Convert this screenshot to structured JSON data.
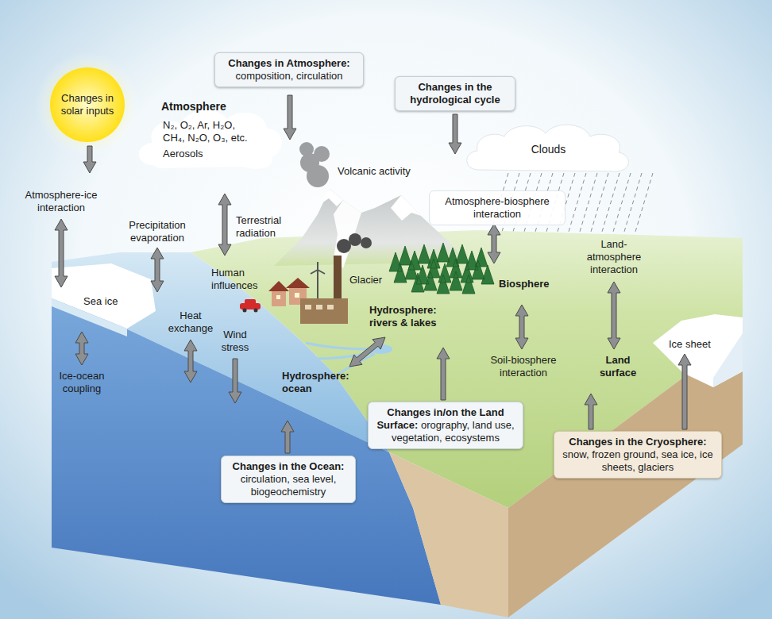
{
  "diagram": {
    "nodes": [
      {
        "text": [
          "Changes in solar inputs"
        ]
      },
      {
        "text": [
          "Changes in Atmosphere:",
          "composition, circulation"
        ]
      },
      {
        "text": [
          "Changes in the hydrological cycle"
        ]
      },
      {
        "text": [
          "Clouds"
        ]
      },
      {
        "text": [
          "Atmosphere-biosphere interaction"
        ]
      },
      {
        "text": [
          "Changes in the Ocean:",
          "circulation, sea level, biogeochemistry"
        ]
      },
      {
        "text": [
          "Changes in/on the Land Surface:",
          "orography, land use, vegetation, ecosystems"
        ]
      },
      {
        "text": [
          "Changes in the Cryosphere:",
          "snow, frozen ground, sea ice, ice sheets, glaciers"
        ]
      }
    ],
    "labels": [
      "Atmosphere",
      "N₂, O₂, Ar, H₂O, CH₄, N₂O, O₃, etc.",
      "Aerosols",
      "Volcanic activity",
      "Atmosphere-ice interaction",
      "Precipitation evaporation",
      "Terrestrial radiation",
      "Human influences",
      "Glacier",
      "Biosphere",
      "Land-atmosphere interaction",
      "Sea ice",
      "Heat exchange",
      "Wind stress",
      "Hydrosphere: rivers & lakes",
      "Ice sheet",
      "Ice-ocean coupling",
      "Hydrosphere: ocean",
      "Soil-biosphere interaction",
      "Land surface"
    ]
  }
}
